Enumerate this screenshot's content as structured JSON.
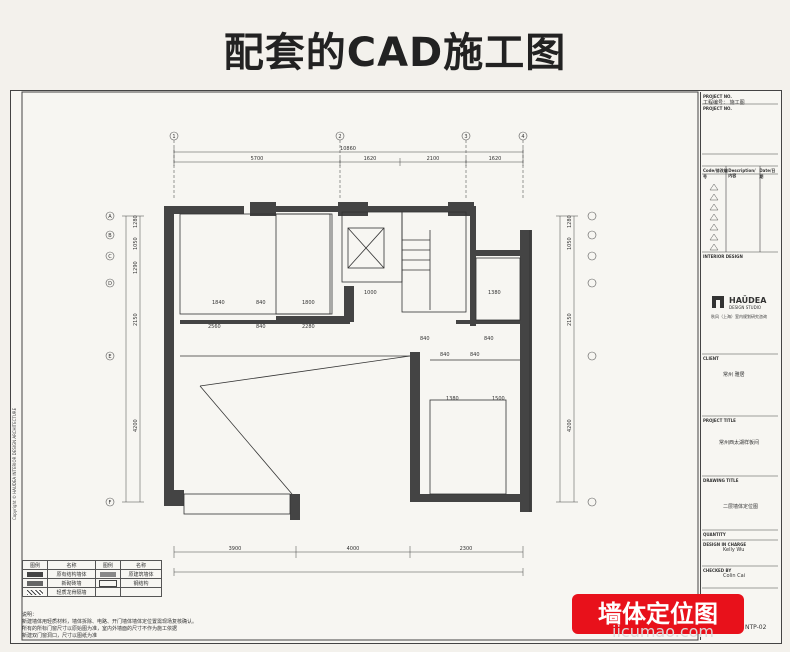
{
  "headline": "配套的CAD施工图",
  "badge": "墙体定位图",
  "watermark": "iicumao.com",
  "side_text": "Copyright © HAUDEA INTERIOR DESIGN ARCHITECTURE",
  "title_block": {
    "project_no_label": "PROJECT NO.",
    "project_no_value": "工程编号：  施工图",
    "project_note_label": "PROJECT NO.",
    "revision_label": "Code/修改编号",
    "description_label": "Description/内容",
    "date_label": "Date/日期",
    "interior_design_label": "INTERIOR DESIGN",
    "brand": "HAŪDEA",
    "brand_sub": "DESIGN STUDIO",
    "brand_cn": "秋风（上海）室内规划研究咨询",
    "client_label": "CLIENT",
    "client_value": "常州 雅居",
    "project_title_label": "PROJECT TITLE",
    "project_title_value": "常州西太湖样板间",
    "drawing_title_label": "DRAWING TITLE",
    "drawing_title_value": "二层墙体定位图",
    "quantity_label": "QUANTITY",
    "design_in_charge_label": "DESIGN IN CHARGE",
    "design_in_charge_value": "Kelly Wu",
    "checked_by_label": "CHECKED BY",
    "checked_by_value": "Colin Cai",
    "sheet_no": "NTP-02"
  },
  "legend": {
    "headers": [
      "图例",
      "名称",
      "图例",
      "名称"
    ],
    "rows": [
      [
        "",
        "原有结构墙体",
        "",
        "原建筑墙体"
      ],
      [
        "",
        "新砌砖墙",
        "",
        "钢结构"
      ],
      [
        "",
        "轻质龙骨隔墙",
        "",
        ""
      ]
    ]
  },
  "notes": {
    "title": "说明：",
    "lines": [
      "新建墙体用轻质材料，墙体拆除、电路、开门墙体墙体定位置需现场复核确认。",
      "所有的所标门窗尺寸以原始图为准，室内外墙面的尺寸不作为施工依据",
      "新建双门窗洞口，尺寸以图纸为准"
    ]
  },
  "dimensions": {
    "top_total": "10860",
    "top_segments": [
      "5700",
      "1620",
      "2100",
      "1620"
    ],
    "bottom_total": "4000",
    "bottom_segments": [
      "3900",
      "2300"
    ],
    "left_segments": [
      "1280",
      "1050",
      "1290",
      "2150",
      "4200"
    ],
    "right_segments": [
      "1280",
      "1050",
      "2150",
      "4200"
    ],
    "inner": [
      "1840",
      "840",
      "1800",
      "2560",
      "2280",
      "840",
      "1000",
      "840",
      "840",
      "1380",
      "1380",
      "1500",
      "840",
      "840"
    ]
  },
  "grid": {
    "top_axes": [
      "1",
      "2",
      "3",
      "4"
    ],
    "left_axes": [
      "A",
      "B",
      "C",
      "D",
      "E",
      "F"
    ]
  }
}
